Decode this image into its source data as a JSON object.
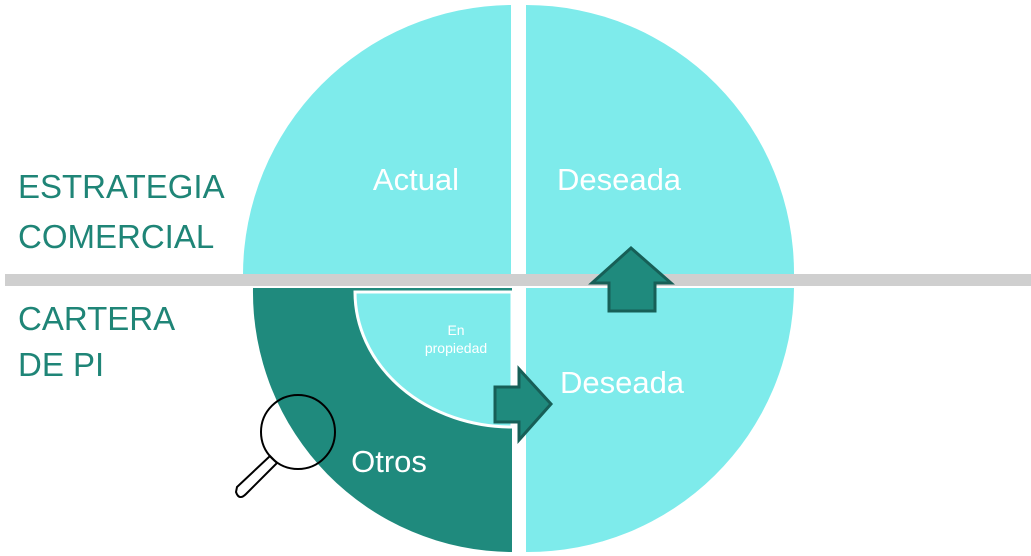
{
  "labels": {
    "estrategia_line1": "ESTRATEGIA",
    "estrategia_line2": "COMERCIAL",
    "cartera_line1": "CARTERA",
    "cartera_line2": "DE PI",
    "actual": "Actual",
    "deseada_top": "Deseada",
    "deseada_bottom": "Deseada",
    "en": "En",
    "propiedad": "propiedad",
    "otros": "Otros"
  },
  "icons": {
    "up_arrow": "arrow-up-icon",
    "right_arrow": "arrow-right-icon",
    "magnifier": "magnifying-glass-icon"
  },
  "colors": {
    "light_teal": "#7eebeb",
    "dark_teal": "#1f8a7d",
    "label_teal": "#1f8577",
    "divider_gray": "#cfcfcf",
    "arrow_stroke": "#175f57"
  }
}
